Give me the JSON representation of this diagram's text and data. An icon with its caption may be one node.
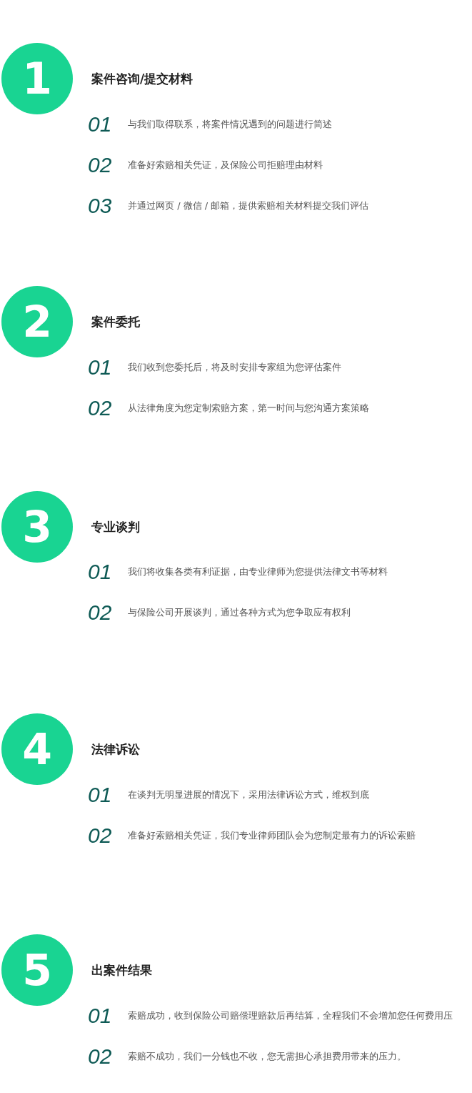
{
  "diagram": {
    "nodes": [
      {
        "text": [
          "1"
        ],
        "beside": [
          "案件咨询/提交材料"
        ]
      },
      {
        "text": [
          "2"
        ],
        "beside": [
          "案件委托"
        ]
      },
      {
        "text": [
          "3"
        ],
        "beside": [
          "专业谈判"
        ]
      },
      {
        "text": [
          "4"
        ],
        "beside": [
          "法律诉讼"
        ]
      },
      {
        "text": [
          "5"
        ],
        "beside": [
          "出案件结果"
        ]
      }
    ],
    "labels": [
      "01",
      "与我们取得联系，将案件情况遇到的问题进行简述",
      "02",
      "准备好索赔相关凭证，及保险公司拒赔理由材料",
      "03",
      "并通过网页 / 微信 / 邮箱，提供索赔相关材料提交我们评估",
      "01",
      "我们收到您委托后，将及时安排专家组为您评估案件",
      "02",
      "从法律角度为您定制索赔方案，第一时间与您沟通方案策略",
      "01",
      "我们将收集各类有利证据，由专业律师为您提供法律文书等材料",
      "02",
      "与保险公司开展谈判，通过各种方式为您争取应有权利",
      "01",
      "在谈判无明显进展的情况下，采用法律诉讼方式，维权到底",
      "02",
      "准备好索赔相关凭证，我们专业律师团队会为您制定最有力的诉讼索赔",
      "01",
      "索赔成功，收到保险公司赔偿理赔款后再结算，全程我们不会增加您任何费用压",
      "02",
      "索赔不成功，我们一分钱也不收，您无需担心承担费用带来的压力。"
    ]
  }
}
